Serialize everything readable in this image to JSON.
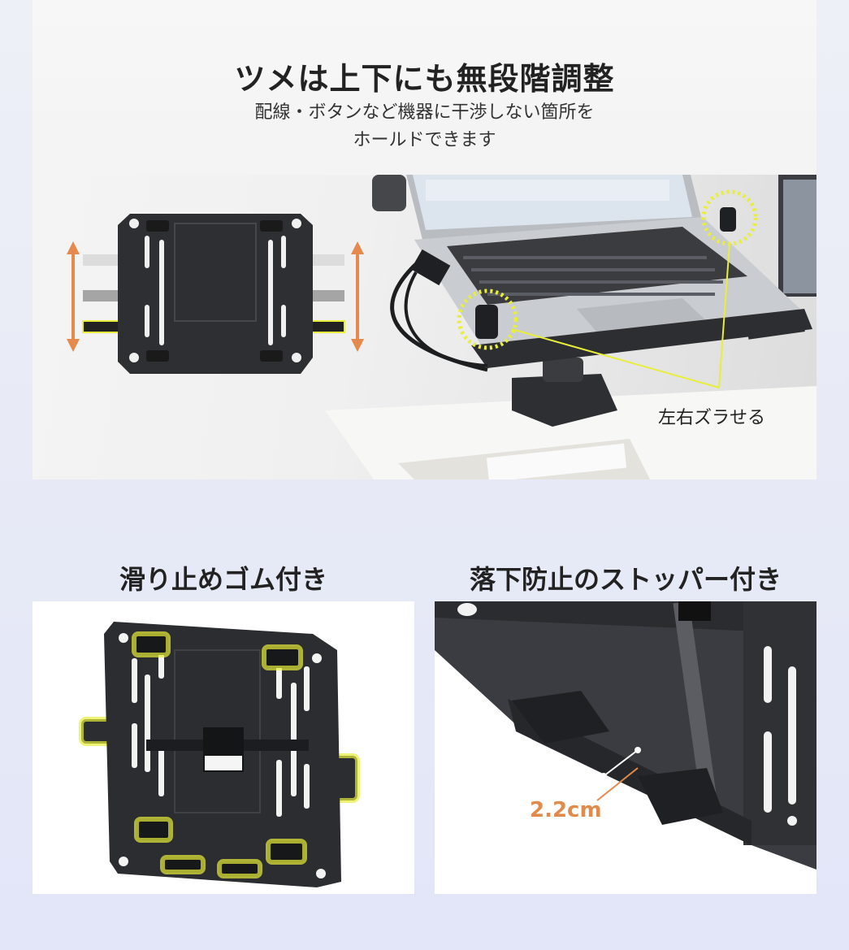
{
  "header": {
    "title": "ツメは上下にも無段階調整",
    "subtitle_line1": "配線・ボタンなど機器に干渉しない箇所を",
    "subtitle_line2": "ホールドできます"
  },
  "top_photo": {
    "callout": "左右ズラせる",
    "highlight_color": "#e8ee3a",
    "arrow_color": "#e58a4c"
  },
  "left_section": {
    "title": "滑り止めゴム付き"
  },
  "right_section": {
    "title": "落下防止のストッパー付き",
    "dimension": "2.2cm"
  }
}
